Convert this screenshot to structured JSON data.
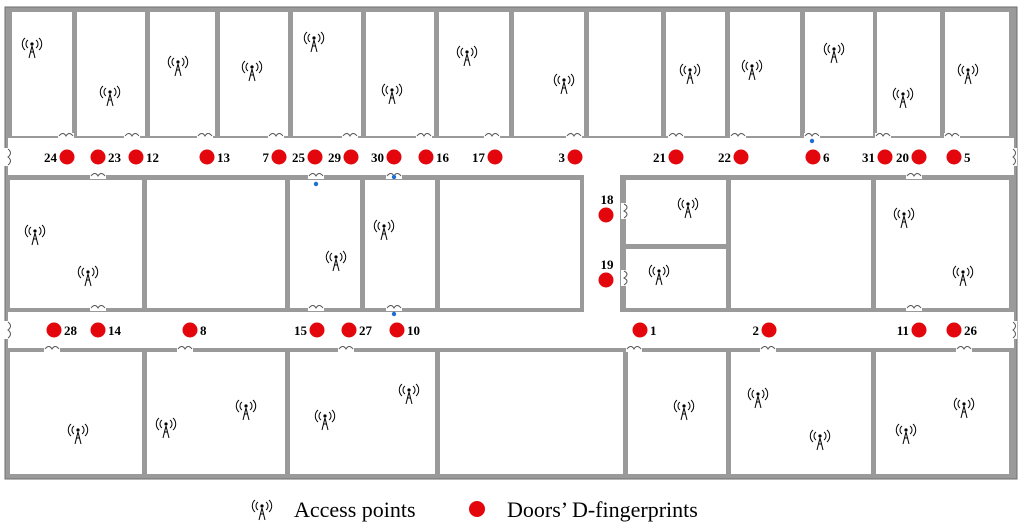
{
  "colors": {
    "wall": "#9a9a9a",
    "wall_edge": "#6e6e6e",
    "room": "#ffffff",
    "dot": "#e3070d",
    "door_marker": "#1e6fd1",
    "icon": "#000000"
  },
  "legend": {
    "access_points_label": "Access points",
    "fingerprints_label": "Doors’ D-fingerprints",
    "access_points_icon": "antenna-icon",
    "fingerprint_icon": "red-dot"
  },
  "fingerprints": [
    {
      "id": "24",
      "label": "24"
    },
    {
      "id": "23",
      "label": "23"
    },
    {
      "id": "12",
      "label": "12"
    },
    {
      "id": "13",
      "label": "13"
    },
    {
      "id": "7",
      "label": "7"
    },
    {
      "id": "25",
      "label": "25"
    },
    {
      "id": "29",
      "label": "29"
    },
    {
      "id": "30",
      "label": "30"
    },
    {
      "id": "16",
      "label": "16"
    },
    {
      "id": "17",
      "label": "17"
    },
    {
      "id": "3",
      "label": "3"
    },
    {
      "id": "21",
      "label": "21"
    },
    {
      "id": "22",
      "label": "22"
    },
    {
      "id": "6",
      "label": "6"
    },
    {
      "id": "31",
      "label": "31"
    },
    {
      "id": "20",
      "label": "20"
    },
    {
      "id": "5",
      "label": "5"
    },
    {
      "id": "18",
      "label": "18"
    },
    {
      "id": "19",
      "label": "19"
    },
    {
      "id": "28",
      "label": "28"
    },
    {
      "id": "14",
      "label": "14"
    },
    {
      "id": "8",
      "label": "8"
    },
    {
      "id": "15",
      "label": "15"
    },
    {
      "id": "27",
      "label": "27"
    },
    {
      "id": "10",
      "label": "10"
    },
    {
      "id": "1",
      "label": "1"
    },
    {
      "id": "2",
      "label": "2"
    },
    {
      "id": "11",
      "label": "11"
    },
    {
      "id": "26",
      "label": "26"
    }
  ]
}
